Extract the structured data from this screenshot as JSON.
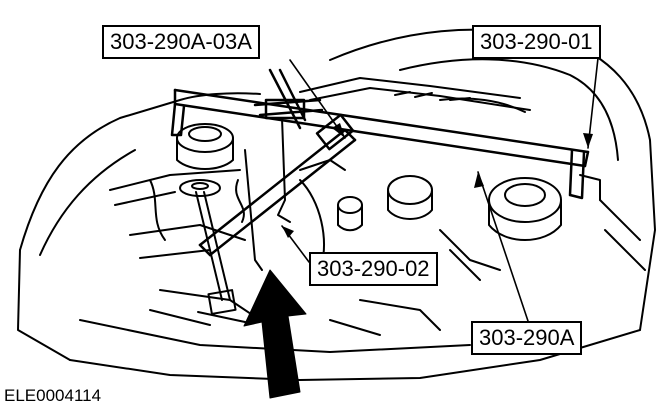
{
  "diagram": {
    "callouts": {
      "support_bracket": "303-290A-03A",
      "lifting_bar": "303-290-01",
      "adjustable_hook": "303-290-02",
      "engine_support_bar": "303-290A"
    },
    "figure_id": "ELE0004114",
    "colors": {
      "ink": "#000000",
      "paper": "#ffffff"
    }
  }
}
